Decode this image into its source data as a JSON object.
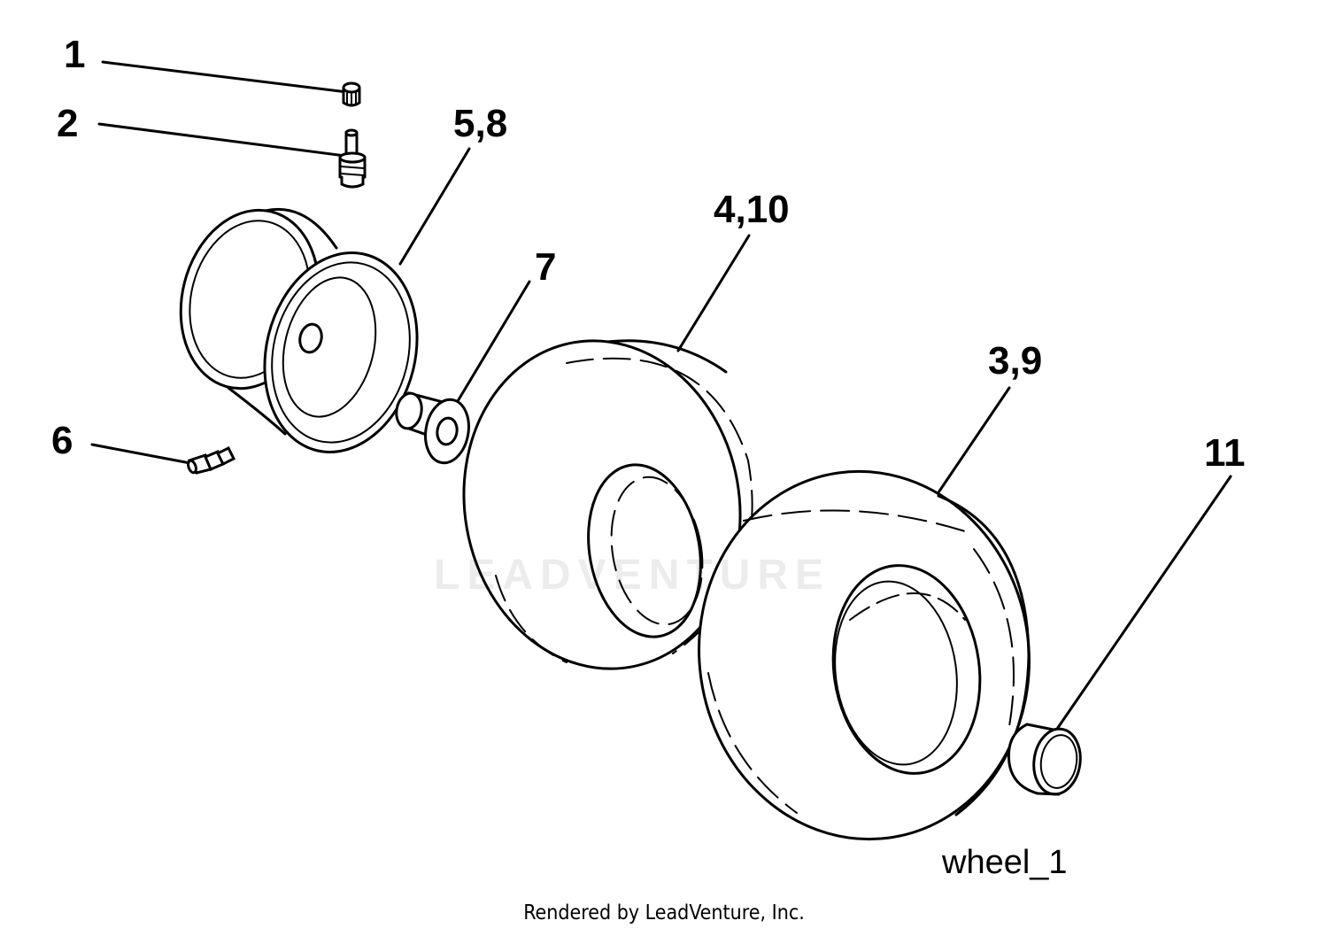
{
  "diagram": {
    "callouts": {
      "c1": "1",
      "c2": "2",
      "c58": "5,8",
      "c6": "6",
      "c7": "7",
      "c410": "4,10",
      "c39": "3,9",
      "c11": "11"
    },
    "drawing_id": "wheel_1",
    "watermark": "LEADVENTURE",
    "footer": "Rendered by LeadVenture, Inc."
  }
}
